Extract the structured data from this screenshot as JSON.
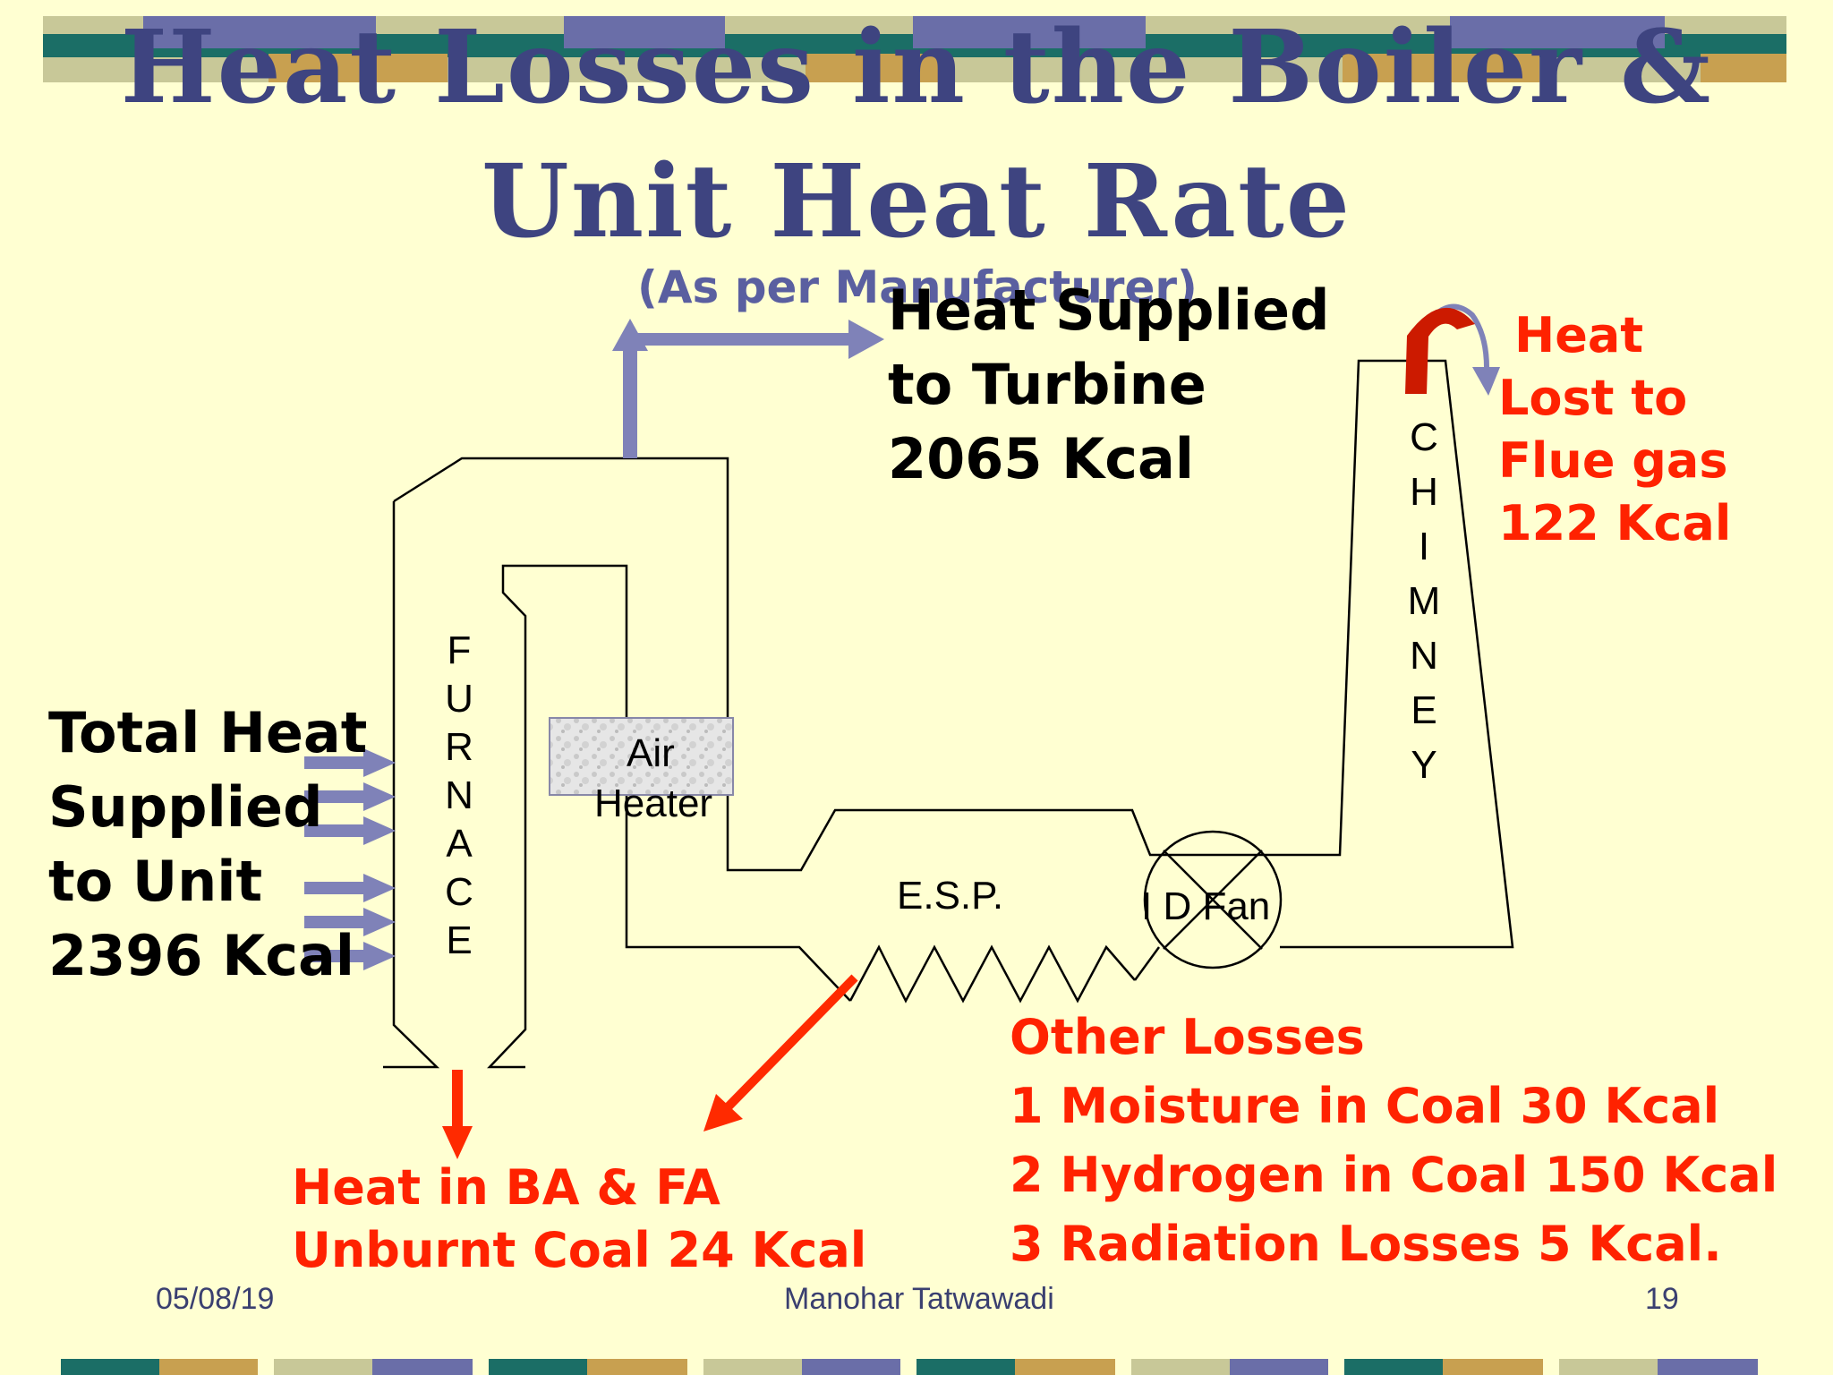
{
  "title": {
    "line1": "Heat Losses in the Boiler &",
    "line2": "Unit Heat Rate"
  },
  "subtitle": "(As per Manufacturer)",
  "turbine": {
    "line1": "Heat Supplied",
    "line2": "to Turbine",
    "line3": "2065 Kcal"
  },
  "total_heat": {
    "line1": "Total Heat",
    "line2": "Supplied",
    "line3": "to Unit",
    "line4": "2396 Kcal"
  },
  "flue_gas": {
    "line1": "Heat",
    "line2": "Lost to",
    "line3": "Flue gas",
    "line4": "122 Kcal"
  },
  "ash": {
    "line1": "Heat in BA & FA",
    "line2": "Unburnt Coal 24 Kcal"
  },
  "other_losses": {
    "heading": "Other Losses",
    "items": [
      "1  Moisture in Coal 30 Kcal",
      "2  Hydrogen in Coal 150 Kcal",
      "3  Radiation Losses 5 Kcal."
    ]
  },
  "equipment": {
    "furnace": [
      "F",
      "U",
      "R",
      "N",
      "A",
      "C",
      "E"
    ],
    "chimney": [
      "C",
      "H",
      "I",
      "M",
      "N",
      "E",
      "Y"
    ],
    "air_heater": {
      "line1": "Air",
      "line2": "Heater"
    },
    "esp": "E.S.P.",
    "id_fan": "I D Fan"
  },
  "footer": {
    "date": "05/08/19",
    "author": "Manohar Tatwawadi",
    "page": "19"
  },
  "colors": {
    "title": "#3e4480",
    "loss": "#ff2200",
    "arrow": "#7f82b8",
    "background": "#ffffd2"
  }
}
